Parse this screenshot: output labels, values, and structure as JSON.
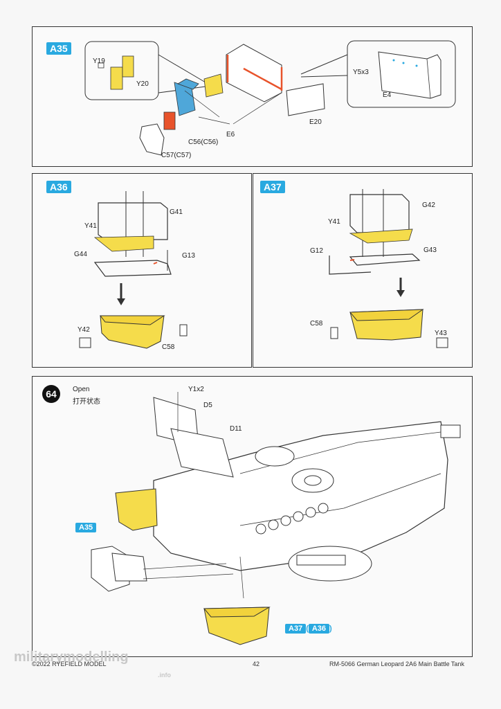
{
  "a35": {
    "tag": "A35",
    "labels": {
      "y19": "Y19",
      "y20": "Y20",
      "c56": "C56(C56)",
      "c57": "C57(C57)",
      "e6": "E6",
      "e20": "E20",
      "y5x3": "Y5x3",
      "e4": "E4"
    }
  },
  "a36": {
    "tag": "A36",
    "labels": {
      "g41": "G41",
      "y41": "Y41",
      "g44": "G44",
      "g13": "G13",
      "y42": "Y42",
      "c58": "C58"
    }
  },
  "a37": {
    "tag": "A37",
    "labels": {
      "g42": "G42",
      "y41": "Y41",
      "g12": "G12",
      "g43": "G43",
      "c58": "C58",
      "y43": "Y43"
    }
  },
  "step64": {
    "number": "64",
    "title": "Open",
    "title_cn": "打开状态",
    "labels": {
      "y1x2": "Y1x2",
      "d5": "D5",
      "d11": "D11"
    },
    "ref_tag": "A35",
    "ref_a37": "A37",
    "ref_open": "(",
    "ref_a36": "A36",
    "ref_close": ")"
  },
  "footer": {
    "copyright": "©2022 RYEFIELD MODEL",
    "page": "42",
    "product": "RM-5066 German Leopard 2A6 Main Battle Tank"
  },
  "watermark": {
    "text": "militarymodelling",
    "suffix": ".info"
  },
  "colors": {
    "tag_blue": "#29a9e0",
    "part_yellow": "#f5dc4b",
    "part_red": "#e8532b",
    "part_blue": "#4fa7d9"
  }
}
